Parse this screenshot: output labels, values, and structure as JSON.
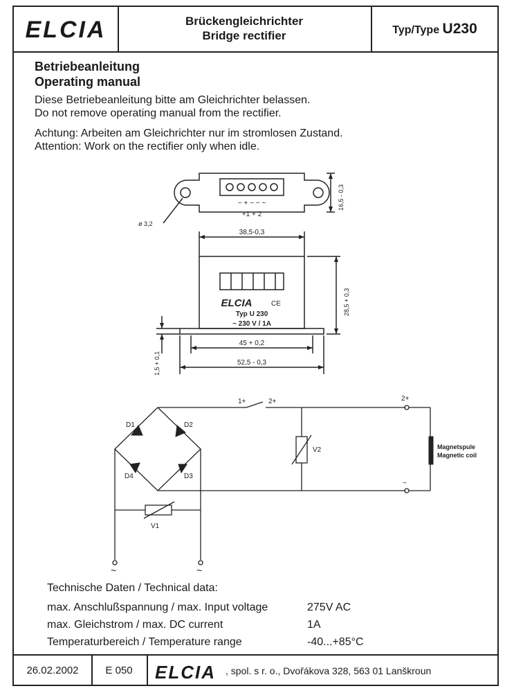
{
  "header": {
    "logo": "ELCIA",
    "title_de": "Brückengleichrichter",
    "title_en": "Bridge rectifier",
    "type_label": "Typ/Type",
    "type_value": "U230"
  },
  "manual": {
    "title_de": "Betriebeanleitung",
    "title_en": "Operating manual",
    "note_de": "Diese Betriebeanleitung bitte am Gleichrichter belassen.",
    "note_en": "Do not remove operating manual from the rectifier.",
    "warn_de": "Achtung: Arbeiten am Gleichrichter nur im stromlosen Zustand.",
    "warn_en": "Attention: Work on the rectifier only when idle."
  },
  "drawing": {
    "terminal_symbols": "~ + − − ~",
    "terminal_label": "+1 + 2",
    "hole_dim": "ø 3,2",
    "height_top_dim": "16,5 - 0,3",
    "body_width_dim": "38,5-0,3",
    "body_height_dim": "28,5 + 0,3",
    "base_thickness_dim": "1,5 + 0,1",
    "inner_width_dim": "45 + 0,2",
    "total_width_dim": "52,5 - 0,3",
    "body_logo": "ELCIA",
    "body_ce": "CE",
    "body_type": "Typ U 230",
    "body_rating": "~ 230 V / 1A"
  },
  "circuit": {
    "d1": "D1",
    "d2": "D2",
    "d3": "D3",
    "d4": "D4",
    "v1": "V1",
    "v2": "V2",
    "switch_left": "1+",
    "switch_right": "2+",
    "out_plus": "2+",
    "out_minus": "−",
    "coil_de": "Magnetspule",
    "coil_en": "Magnetic coil",
    "ac_left": "~",
    "ac_right": "~"
  },
  "tech": {
    "heading": "Technische Daten / Technical data:",
    "rows": [
      {
        "label": "max. Anschlußspannung / max. Input voltage",
        "value": "275V AC"
      },
      {
        "label": "max. Gleichstrom / max. DC current",
        "value": "1A"
      },
      {
        "label": "Temperaturbereich / Temperature range",
        "value": "-40...+85°C"
      }
    ]
  },
  "footer": {
    "date": "26.02.2002",
    "code": "E 050",
    "logo": "ELCIA",
    "address": ", spol. s r. o., Dvořákova 328, 563 01 Lanškroun"
  }
}
